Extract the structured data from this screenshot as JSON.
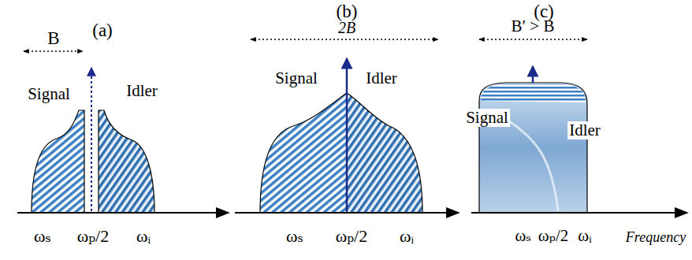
{
  "diagram": {
    "labels": [
      "(a)",
      "B",
      "Signal",
      "Idler",
      "ωₛ",
      "ωₚ/2",
      "ωᵢ",
      "(b)",
      "2B",
      "Signal",
      "Idler",
      "ωₛ",
      "ωₚ/2",
      "ωᵢ",
      "(c)",
      "B′ > B",
      "Signal",
      "Idler",
      "ωₛ",
      "ωₚ/2",
      "ωᵢ",
      "Frequency"
    ]
  }
}
